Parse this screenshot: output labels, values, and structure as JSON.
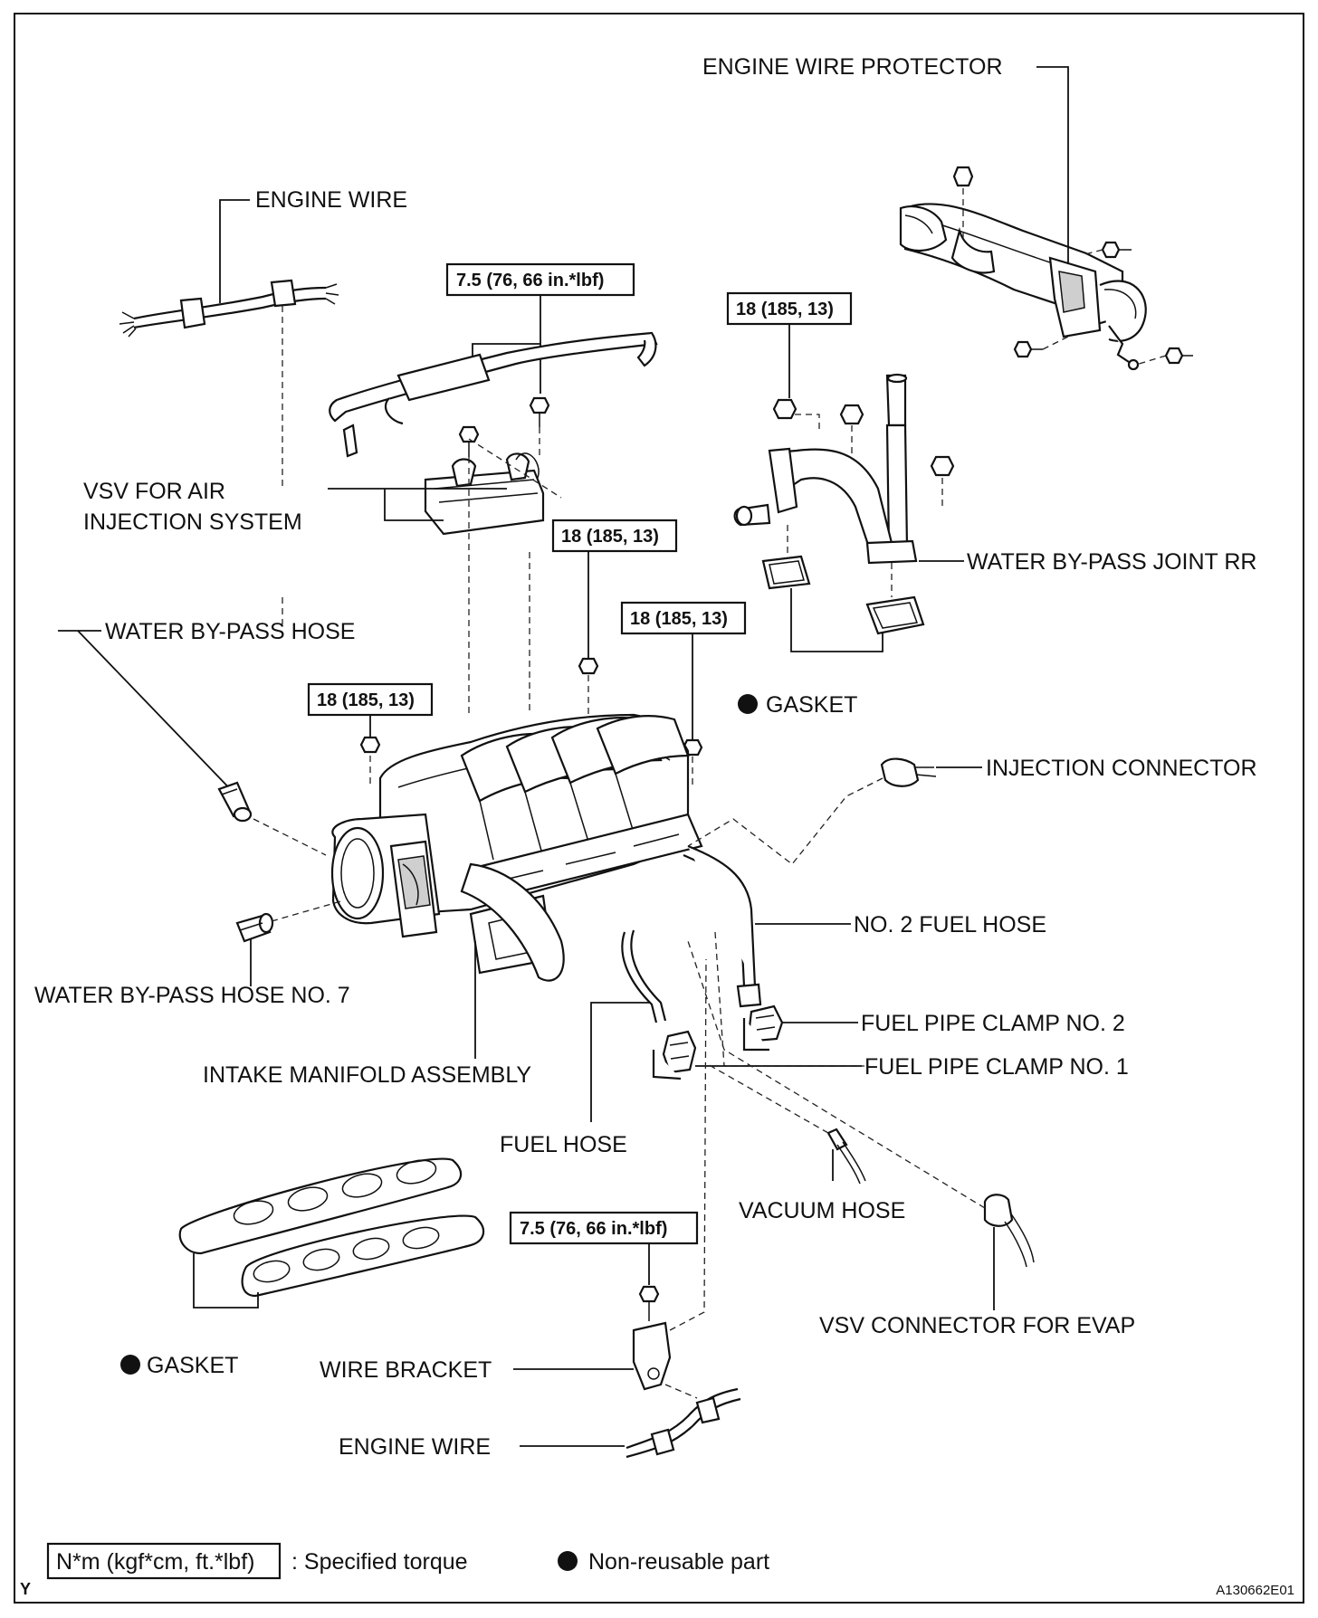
{
  "labels": {
    "engine_wire_protector": "ENGINE WIRE PROTECTOR",
    "engine_wire_top": "ENGINE WIRE",
    "vsv_air_line1": "VSV FOR AIR",
    "vsv_air_line2": "INJECTION SYSTEM",
    "water_bypass_joint_rr": "WATER BY-PASS JOINT RR",
    "water_bypass_hose": "WATER BY-PASS HOSE",
    "gasket_top": "GASKET",
    "injection_connector": "INJECTION CONNECTOR",
    "no2_fuel_hose": "NO. 2 FUEL HOSE",
    "water_bypass_hose_no7": "WATER BY-PASS HOSE NO. 7",
    "fuel_pipe_clamp_no2": "FUEL PIPE CLAMP NO. 2",
    "fuel_pipe_clamp_no1": "FUEL PIPE CLAMP NO. 1",
    "intake_manifold_assembly": "INTAKE MANIFOLD ASSEMBLY",
    "fuel_hose": "FUEL HOSE",
    "vacuum_hose": "VACUUM HOSE",
    "vsv_connector_evap": "VSV CONNECTOR FOR EVAP",
    "gasket_bottom": "GASKET",
    "wire_bracket": "WIRE BRACKET",
    "engine_wire_bottom": "ENGINE WIRE"
  },
  "torques": {
    "vsv_bolts": "7.5 (76, 66 in.*lbf)",
    "joint_nuts": "18 (185, 13)",
    "manifold_center": "18 (185, 13)",
    "manifold_right": "18 (185, 13)",
    "manifold_left": "18 (185, 13)",
    "wire_bracket_bolt": "7.5 (76, 66 in.*lbf)"
  },
  "legend": {
    "torque_box": "N*m (kgf*cm, ft.*lbf)",
    "torque_text": ": Specified torque",
    "nonreusable_text": "Non-reusable part"
  },
  "corner_letter": "Y",
  "figure_id": "A130662E01"
}
